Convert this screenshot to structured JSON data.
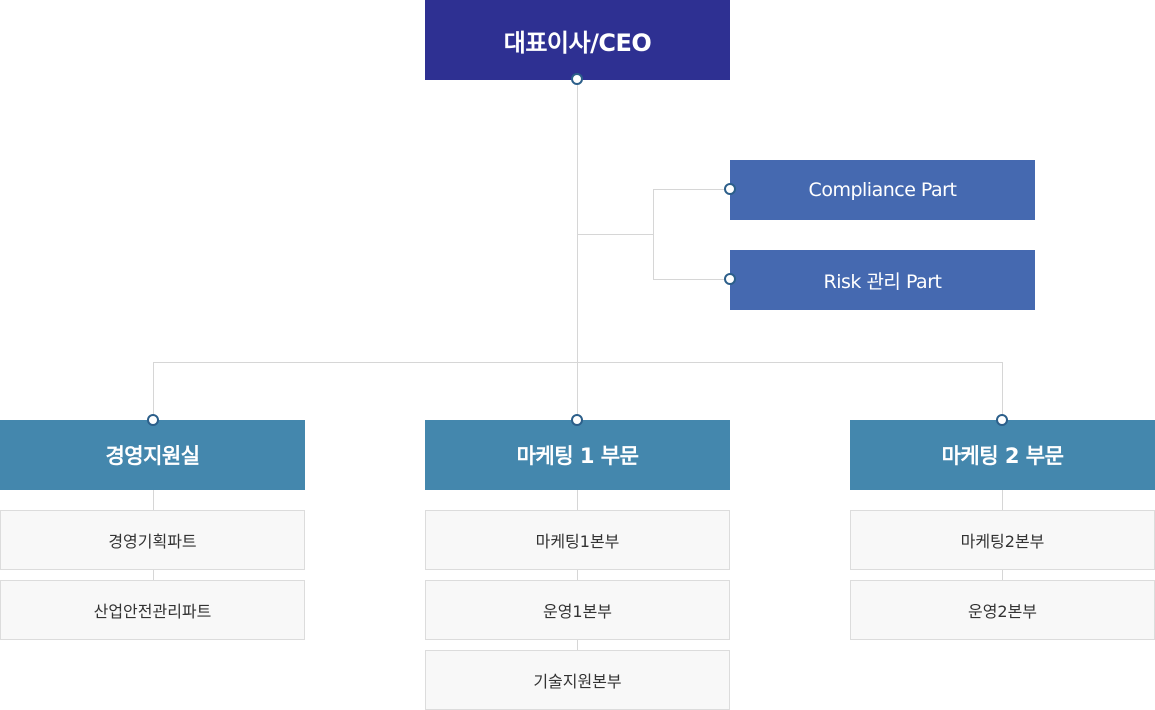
{
  "ceo": {
    "label": "대표이사/CEO"
  },
  "staff": [
    {
      "label": "Compliance Part"
    },
    {
      "label": "Risk 관리 Part"
    }
  ],
  "divisions": [
    {
      "label": "경영지원실",
      "units": [
        "경영기획파트",
        "산업안전관리파트"
      ]
    },
    {
      "label": "마케팅 1 부문",
      "units": [
        "마케팅1본부",
        "운영1본부",
        "기술지원본부"
      ]
    },
    {
      "label": "마케팅 2 부문",
      "units": [
        "마케팅2본부",
        "운영2본부"
      ]
    }
  ],
  "colors": {
    "ceo": "#2e3092",
    "staff": "#4569b0",
    "division": "#4487ad",
    "unit_bg": "#f8f8f8",
    "connector": "#d6d6d6"
  }
}
